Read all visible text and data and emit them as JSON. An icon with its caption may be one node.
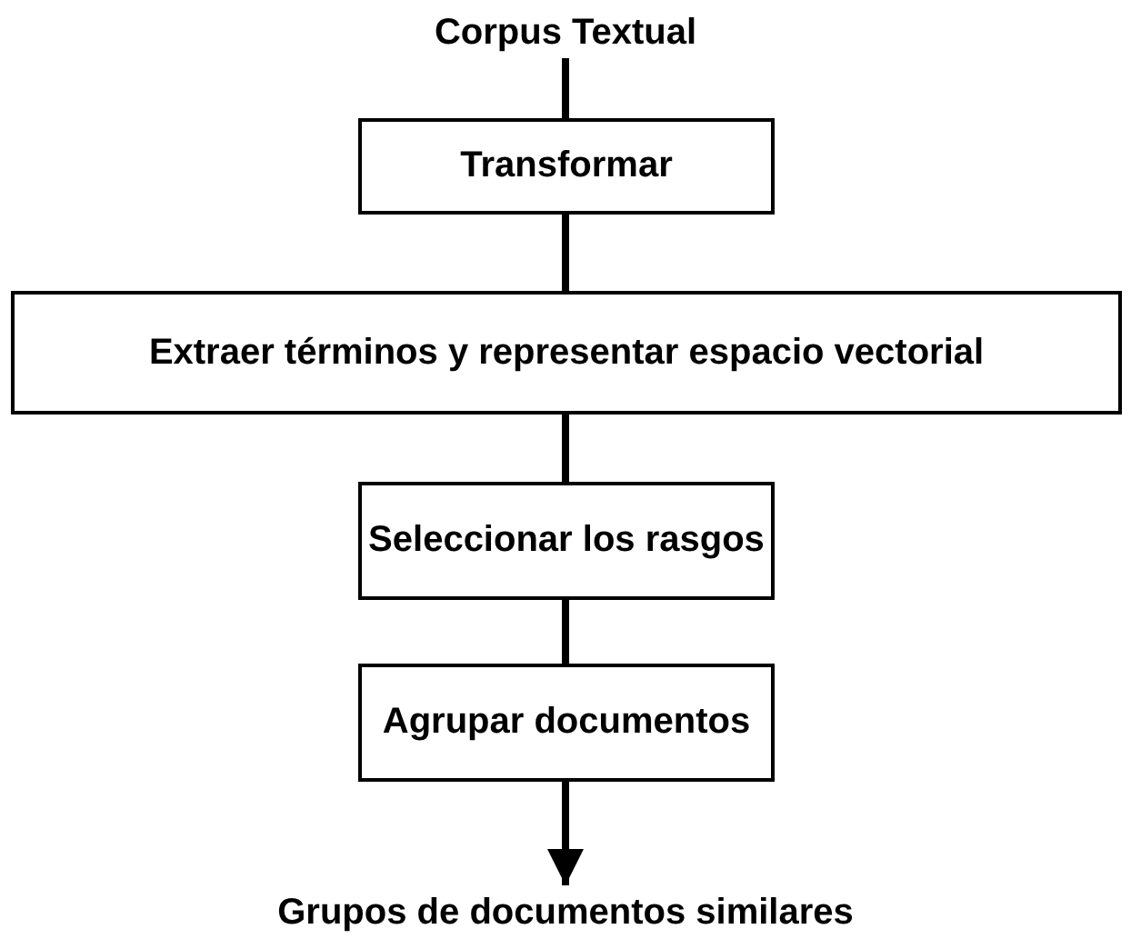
{
  "diagram": {
    "nodes": [
      {
        "text": [
          "Corpus Textual"
        ]
      },
      {
        "text": [
          "Transformar"
        ]
      },
      {
        "text": [
          "Extraer términos y representar espacio vectorial"
        ]
      },
      {
        "text": [
          "Seleccionar los rasgos"
        ]
      },
      {
        "text": [
          "Agrupar documentos"
        ]
      },
      {
        "text": [
          "Grupos de documentos similares"
        ]
      }
    ],
    "edges": [
      {
        "from": 0,
        "to": 1,
        "arrow": "none"
      },
      {
        "from": 1,
        "to": 2,
        "arrow": "none"
      },
      {
        "from": 2,
        "to": 3,
        "arrow": "none"
      },
      {
        "from": 3,
        "to": 4,
        "arrow": "none"
      },
      {
        "from": 4,
        "to": 5,
        "arrow": "to"
      }
    ]
  }
}
